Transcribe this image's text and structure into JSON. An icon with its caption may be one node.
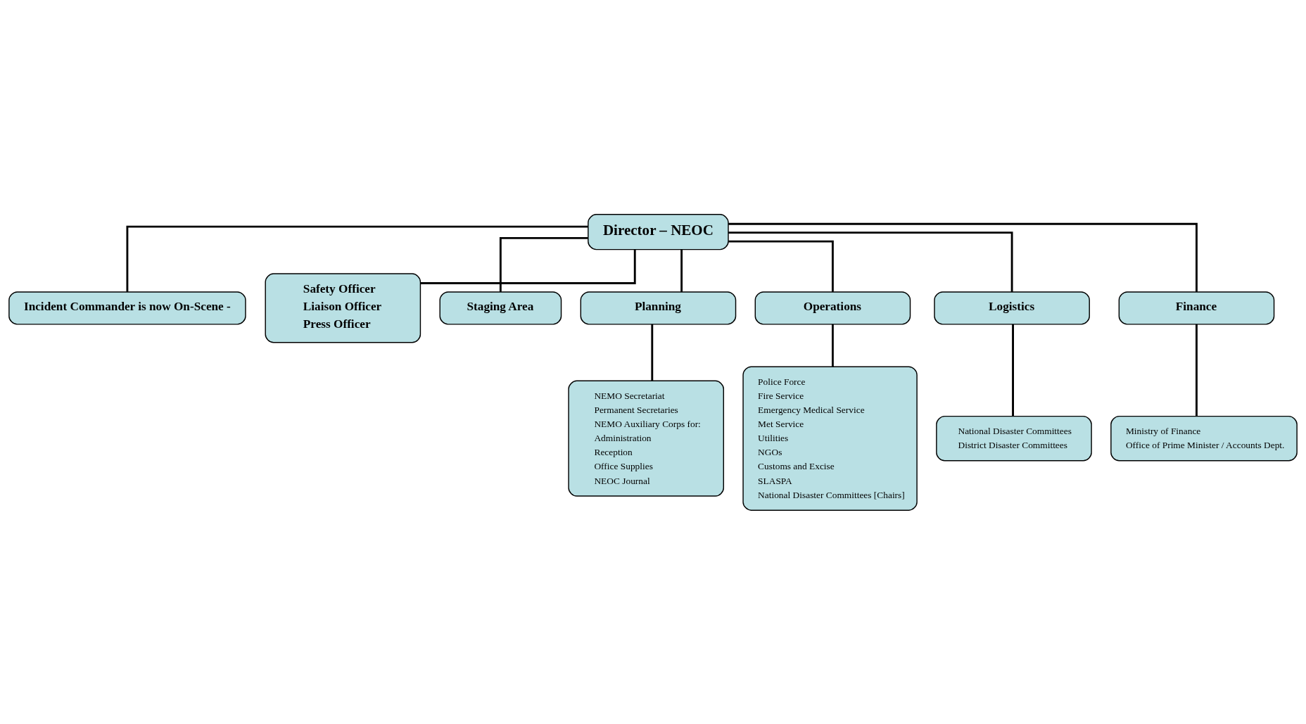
{
  "diagram": {
    "nodes": [
      {
        "text": [
          "Director – NEOC"
        ]
      },
      {
        "text": [
          "Incident Commander is now On-Scene -"
        ]
      },
      {
        "text": [
          "Safety Officer",
          "Liaison Officer",
          "Press Officer"
        ]
      },
      {
        "text": [
          "Staging Area"
        ]
      },
      {
        "text": [
          "Planning"
        ]
      },
      {
        "text": [
          "Operations"
        ]
      },
      {
        "text": [
          "Logistics"
        ]
      },
      {
        "text": [
          "Finance"
        ]
      },
      {
        "text": [
          "NEMO Secretariat",
          "Permanent Secretaries",
          "NEMO Auxiliary Corps for:",
          "Administration",
          "Reception",
          "Office Supplies",
          "NEOC Journal"
        ]
      },
      {
        "text": [
          "Police Force",
          "Fire Service",
          "Emergency Medical Service",
          "Met Service",
          "Utilities",
          "NGOs",
          "Customs and Excise",
          "SLASPA",
          "National Disaster Committees [Chairs]"
        ]
      },
      {
        "text": [
          "National Disaster Committees",
          "District Disaster Committees"
        ]
      },
      {
        "text": [
          "Ministry of Finance",
          "Office of Prime Minister / Accounts Dept."
        ]
      }
    ],
    "edges": [
      {
        "from": 0,
        "to": 1,
        "arrow": "none"
      },
      {
        "from": 0,
        "to": 2,
        "arrow": "none"
      },
      {
        "from": 0,
        "to": 3,
        "arrow": "none"
      },
      {
        "from": 0,
        "to": 4,
        "arrow": "none"
      },
      {
        "from": 0,
        "to": 5,
        "arrow": "none"
      },
      {
        "from": 0,
        "to": 6,
        "arrow": "none"
      },
      {
        "from": 0,
        "to": 7,
        "arrow": "none"
      },
      {
        "from": 4,
        "to": 8,
        "arrow": "none"
      },
      {
        "from": 5,
        "to": 9,
        "arrow": "none"
      },
      {
        "from": 6,
        "to": 10,
        "arrow": "none"
      },
      {
        "from": 7,
        "to": 11,
        "arrow": "none"
      }
    ]
  }
}
